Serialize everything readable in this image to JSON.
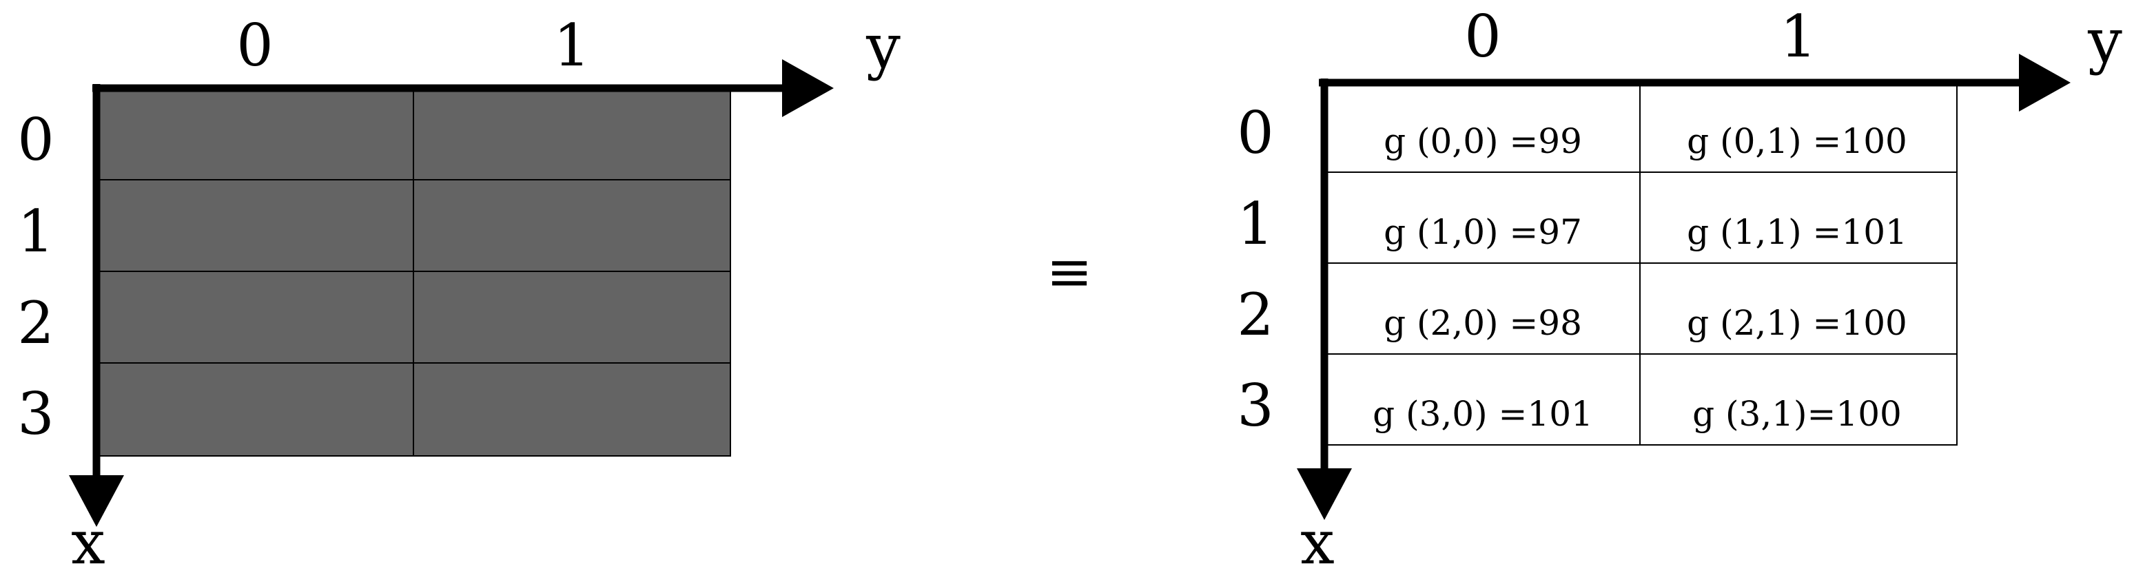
{
  "colors": {
    "pixel_fill": "#646464",
    "grid_line": "#000000",
    "axis": "#000000",
    "background": "#ffffff"
  },
  "left_grid": {
    "column_labels": [
      "0",
      "1"
    ],
    "row_labels": [
      "0",
      "1",
      "2",
      "3"
    ],
    "y_axis_label": "y",
    "x_axis_label": "x"
  },
  "equivalence_symbol": "≡",
  "right_grid": {
    "column_labels": [
      "0",
      "1"
    ],
    "row_labels": [
      "0",
      "1",
      "2",
      "3"
    ],
    "y_axis_label": "y",
    "x_axis_label": "x",
    "cells": [
      [
        "g (0,0) =99",
        "g (0,1) =100"
      ],
      [
        "g (1,0) =97",
        "g (1,1) =101"
      ],
      [
        "g (2,0) =98",
        "g (2,1) =100"
      ],
      [
        "g (3,0) =101",
        "g (3,1)=100"
      ]
    ]
  }
}
